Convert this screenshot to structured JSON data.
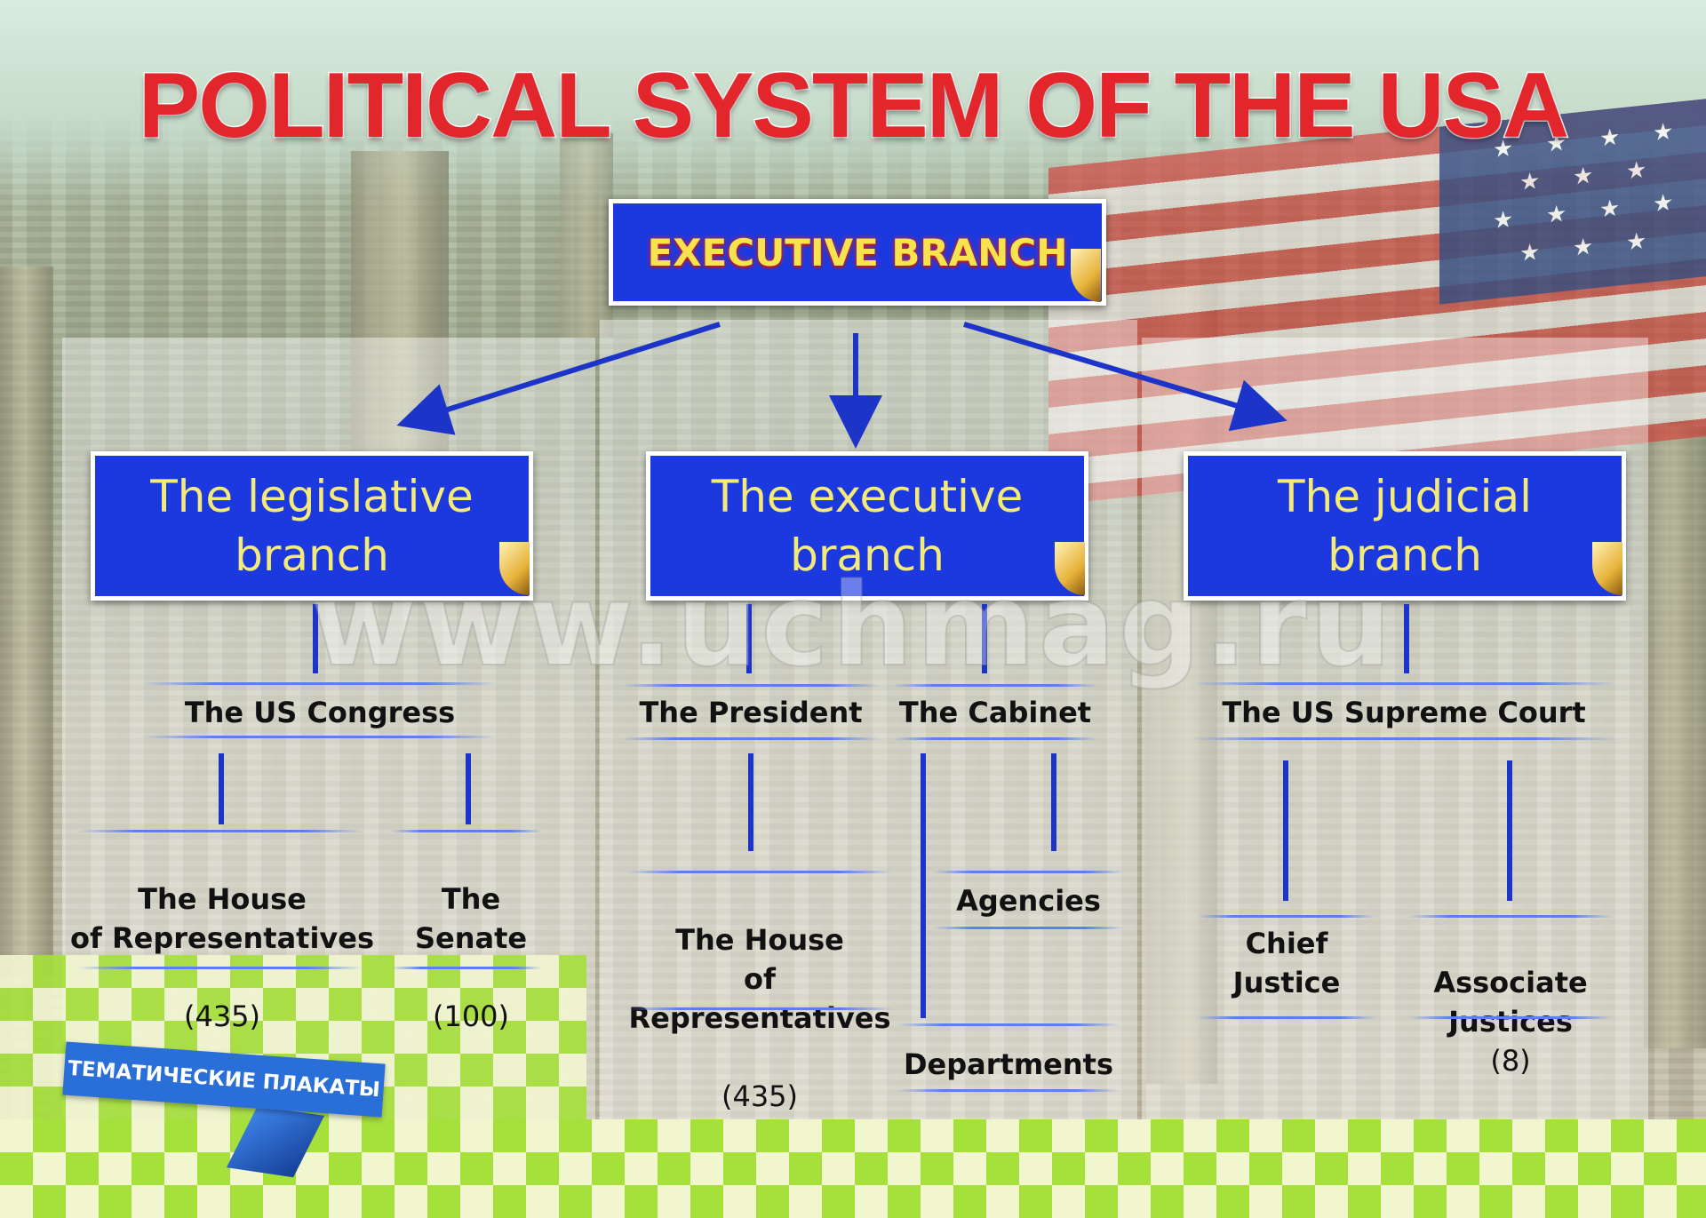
{
  "poster": {
    "title": "POLITICAL SYSTEM OF THE USA",
    "top": "EXECUTIVE BRANCH",
    "branches": [
      {
        "title": "The legislative\nbranch",
        "nodes": {
          "congress": "The US Congress",
          "house_name": "The House\nof Representatives",
          "house_count": "(435)",
          "senate_name": "The\nSenate",
          "senate_count": "(100)"
        }
      },
      {
        "title": "The executive\nbranch",
        "nodes": {
          "president": "The President",
          "cabinet": "The Cabinet",
          "house_name": "The House\nof Representatives",
          "house_count": "(435)",
          "agencies": "Agencies",
          "departments": "Departments"
        }
      },
      {
        "title": "The judicial\nbranch",
        "nodes": {
          "supreme_court": "The US Supreme Court",
          "chief_justice": "Chief\nJustice",
          "associate_name": "Associate\nJustices",
          "associate_count": "(8)"
        }
      }
    ],
    "watermark": "www.uchmag.ru",
    "series_label": "ТЕМАТИЧЕСКИЕ ПЛАКАТЫ"
  },
  "colors": {
    "title_red": "#e3262b",
    "box_blue": "#1c39e0",
    "box_text_yellow": "#f4ea79",
    "connector_blue": "#1d34c8",
    "checker_green": "#a6e03a"
  },
  "icons": [
    "arrow-icon",
    "us-flag-icon",
    "page-curl-icon"
  ]
}
